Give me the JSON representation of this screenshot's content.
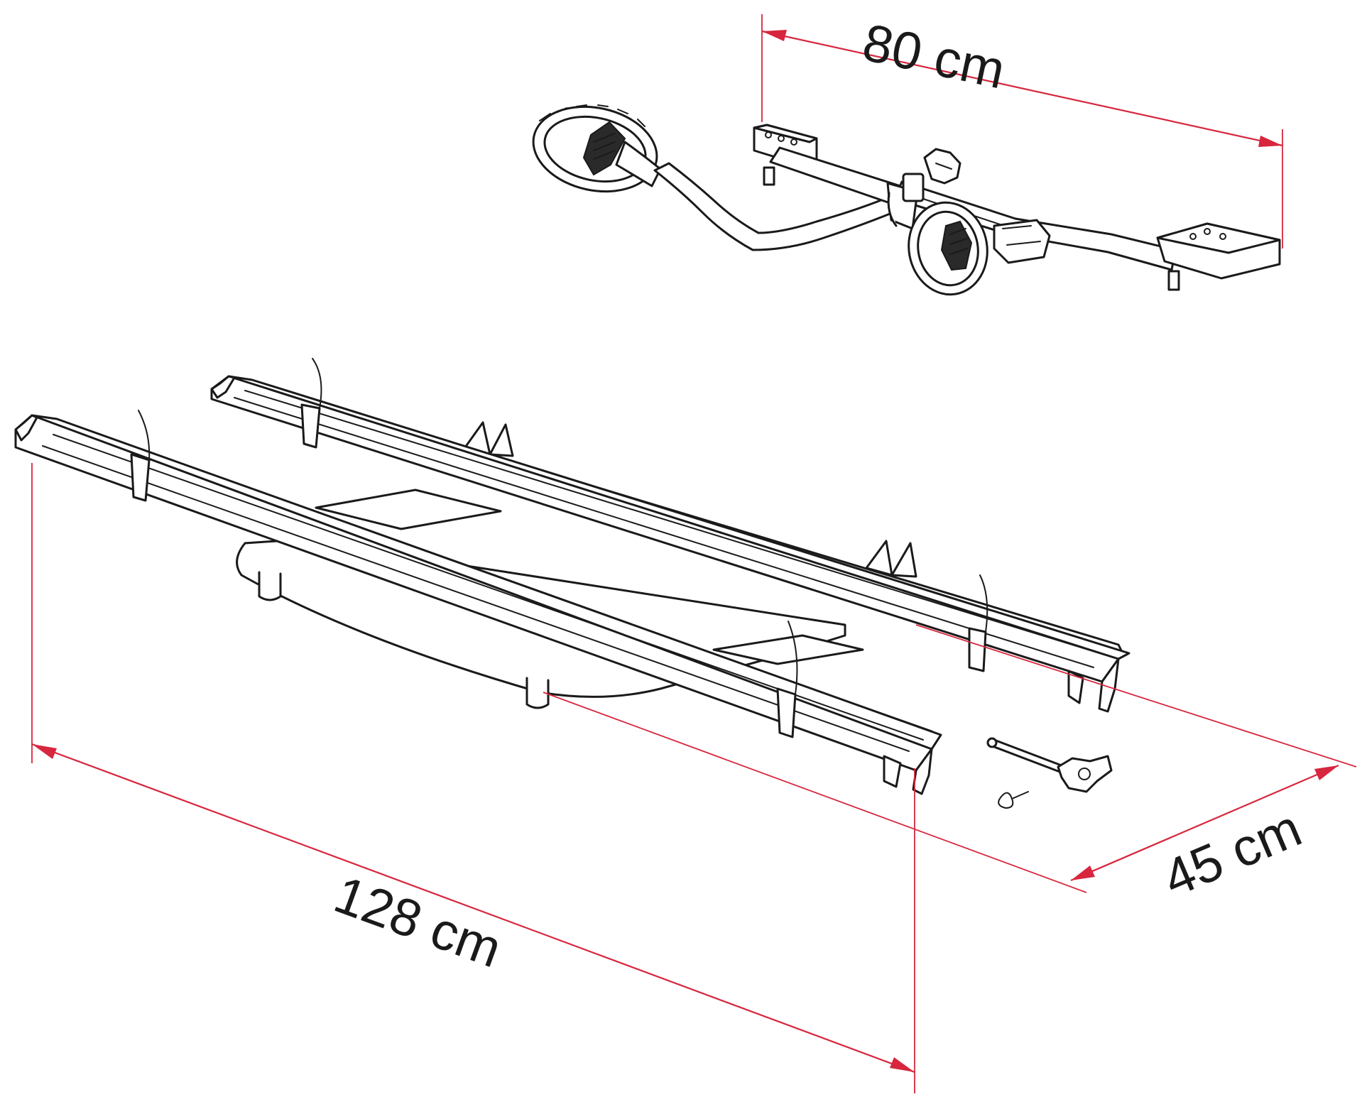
{
  "dimensions": {
    "arm_width": "80 cm",
    "rail_length": "128 cm",
    "rack_depth": "45 cm"
  },
  "colors": {
    "dimension_line": "#d7263d",
    "drawing_line": "#1a1a1a",
    "background": "#ffffff"
  }
}
